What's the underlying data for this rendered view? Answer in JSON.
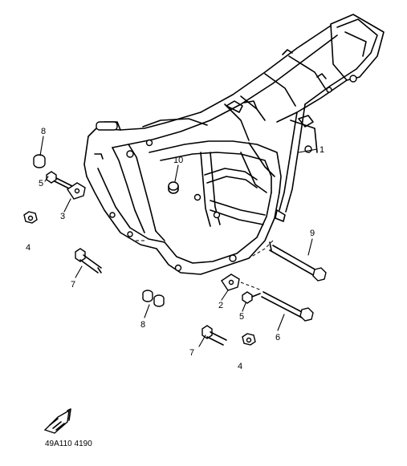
{
  "diagram": {
    "callouts": {
      "frame": "1",
      "bracket_lower": "2",
      "bracket_upper": "3",
      "nut_left": "4",
      "nut_right": "4",
      "bolt_upper": "5",
      "bolt_lower": "5",
      "long_bolt_lower": "6",
      "screw_left": "7",
      "screw_right": "7",
      "cap_upper": "8",
      "cap_lower": "8",
      "long_bolt_upper": "9",
      "grommet": "10"
    },
    "drawing_code": "49A110 4190"
  }
}
